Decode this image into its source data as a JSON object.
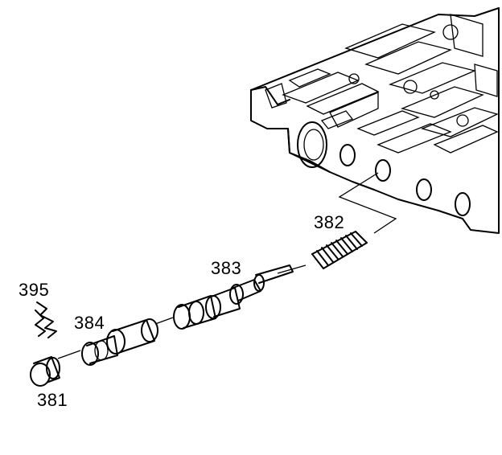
{
  "callouts": {
    "p395": "395",
    "p384": "384",
    "p383": "383",
    "p382": "382",
    "p381": "381"
  },
  "parts": [
    {
      "id": "395",
      "icon": "retainer-clip-icon"
    },
    {
      "id": "384",
      "icon": "valve-bore-plug-icon"
    },
    {
      "id": "383",
      "icon": "valve-spool-icon"
    },
    {
      "id": "382",
      "icon": "coil-spring-icon"
    },
    {
      "id": "381",
      "icon": "end-plug-icon"
    },
    {
      "id": "",
      "icon": "valve-body-icon"
    }
  ],
  "colors": {
    "line": "#000000",
    "background": "#ffffff"
  }
}
